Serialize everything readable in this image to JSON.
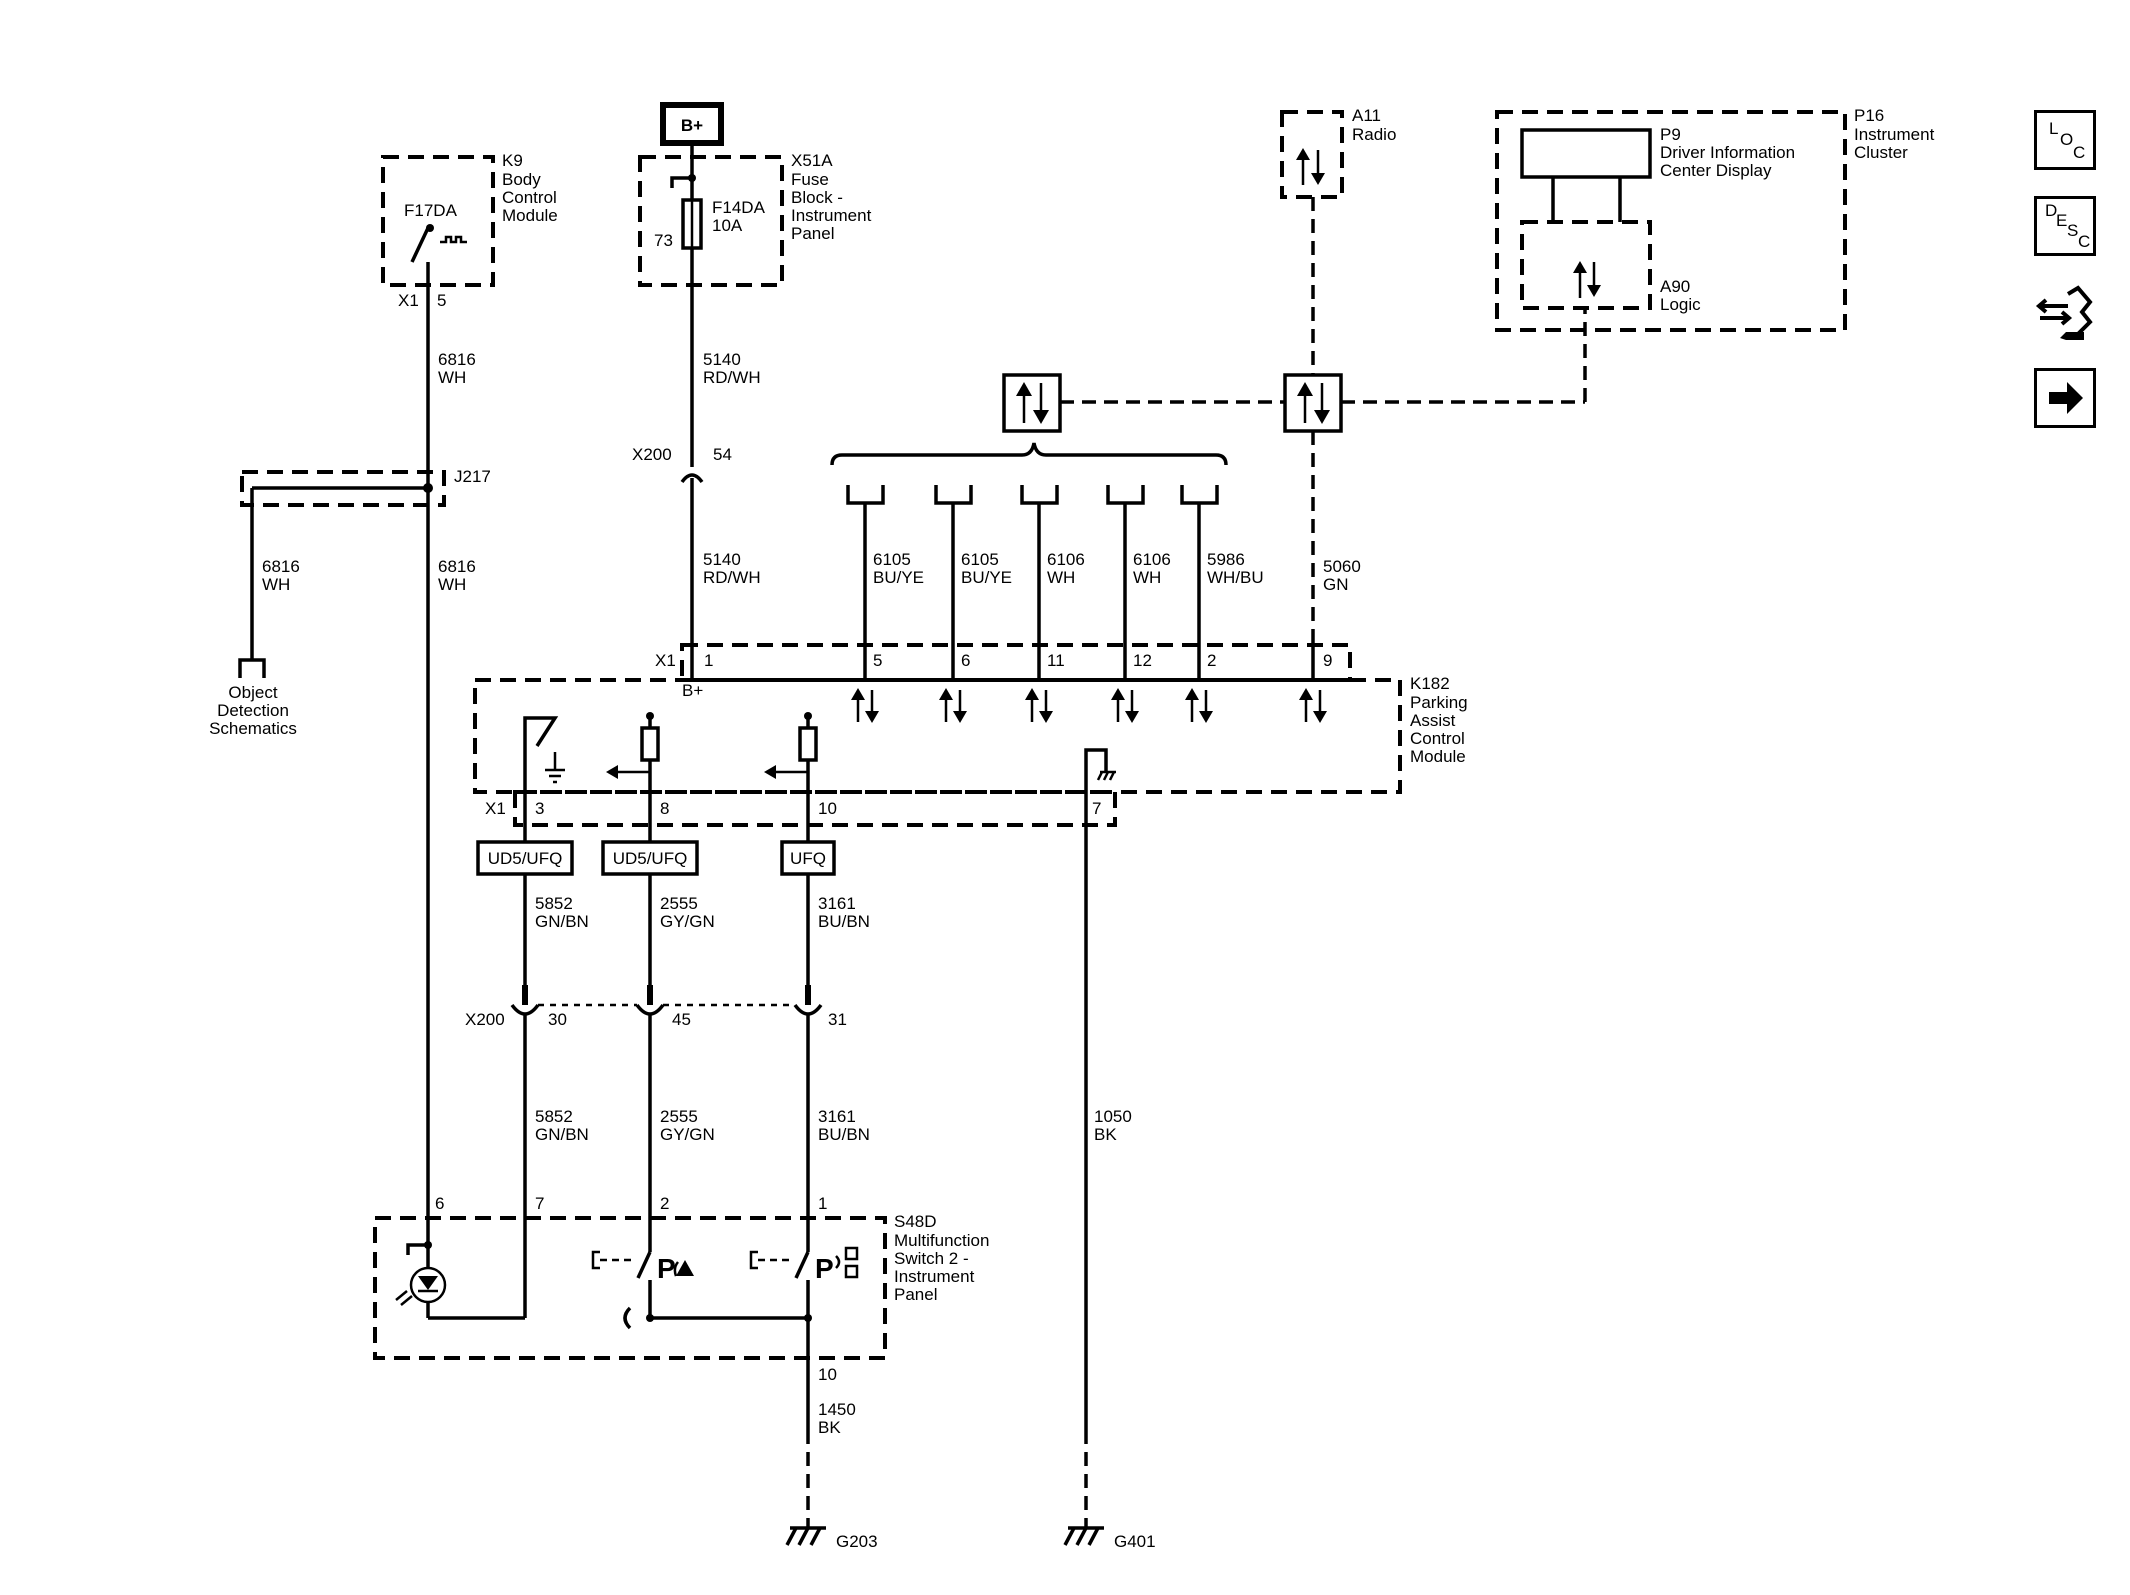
{
  "modules": {
    "k9": {
      "id": "K9",
      "name_lines": [
        "Body",
        "Control",
        "Module"
      ],
      "fuse": "F17DA",
      "conn": "X1",
      "pin": "5"
    },
    "x51a": {
      "id": "X51A",
      "name_lines": [
        "Fuse",
        "Block -",
        "Instrument",
        "Panel"
      ],
      "battery": "B+",
      "fuse": "F14DA",
      "rating": "10A",
      "cavity": "73"
    },
    "a11": {
      "id": "A11",
      "name": "Radio"
    },
    "p16": {
      "id": "P16",
      "name_lines": [
        "Instrument",
        "Cluster"
      ]
    },
    "p9": {
      "id": "P9",
      "name_lines": [
        "Driver Information",
        "Center Display"
      ]
    },
    "a90": {
      "id": "A90",
      "name": "Logic"
    },
    "j217": {
      "id": "J217"
    },
    "object_detection": {
      "lines": [
        "Object",
        "Detection",
        "Schematics"
      ]
    },
    "k182": {
      "id": "K182",
      "name_lines": [
        "Parking",
        "Assist",
        "Control",
        "Module"
      ],
      "bplus": "B+"
    },
    "s48d": {
      "id": "S48D",
      "name_lines": [
        "Multifunction",
        "Switch 2 -",
        "Instrument",
        "Panel"
      ]
    }
  },
  "connectors": {
    "x1": "X1",
    "x200": "X200",
    "x200_pin_top": "54",
    "x200_pins_bottom": [
      "30",
      "45",
      "31"
    ],
    "k182_top_pins": [
      "1",
      "5",
      "6",
      "11",
      "12",
      "2",
      "9"
    ],
    "k182_bottom_pins": [
      "3",
      "8",
      "10",
      "7"
    ],
    "s48d_pins": [
      "6",
      "7",
      "2",
      "1",
      "10"
    ]
  },
  "options": {
    "opt1": "UD5/UFQ",
    "opt2": "UD5/UFQ",
    "opt3": "UFQ"
  },
  "wires": {
    "w6816_top": {
      "circuit": "6816",
      "color": "WH"
    },
    "w6816_mid": {
      "circuit": "6816",
      "color": "WH"
    },
    "w6816_left": {
      "circuit": "6816",
      "color": "WH"
    },
    "w5140_top": {
      "circuit": "5140",
      "color": "RD/WH"
    },
    "w5140_bot": {
      "circuit": "5140",
      "color": "RD/WH"
    },
    "w6105a": {
      "circuit": "6105",
      "color": "BU/YE"
    },
    "w6105b": {
      "circuit": "6105",
      "color": "BU/YE"
    },
    "w6106a": {
      "circuit": "6106",
      "color": "WH"
    },
    "w6106b": {
      "circuit": "6106",
      "color": "WH"
    },
    "w5986": {
      "circuit": "5986",
      "color": "WH/BU"
    },
    "w5060": {
      "circuit": "5060",
      "color": "GN"
    },
    "w5852_top": {
      "circuit": "5852",
      "color": "GN/BN"
    },
    "w2555_top": {
      "circuit": "2555",
      "color": "GY/GN"
    },
    "w3161_top": {
      "circuit": "3161",
      "color": "BU/BN"
    },
    "w5852_bot": {
      "circuit": "5852",
      "color": "GN/BN"
    },
    "w2555_bot": {
      "circuit": "2555",
      "color": "GY/GN"
    },
    "w3161_bot": {
      "circuit": "3161",
      "color": "BU/BN"
    },
    "w1050": {
      "circuit": "1050",
      "color": "BK"
    },
    "w1450": {
      "circuit": "1450",
      "color": "BK"
    }
  },
  "grounds": {
    "g203": "G203",
    "g401": "G401"
  },
  "nav": {
    "loc": {
      "letters": [
        "L",
        "O",
        "C"
      ]
    },
    "desc": {
      "letters": [
        "D",
        "E",
        "S",
        "C"
      ]
    },
    "connector_icon": "connector-repair-icon",
    "next_icon": "next-arrow-icon"
  }
}
